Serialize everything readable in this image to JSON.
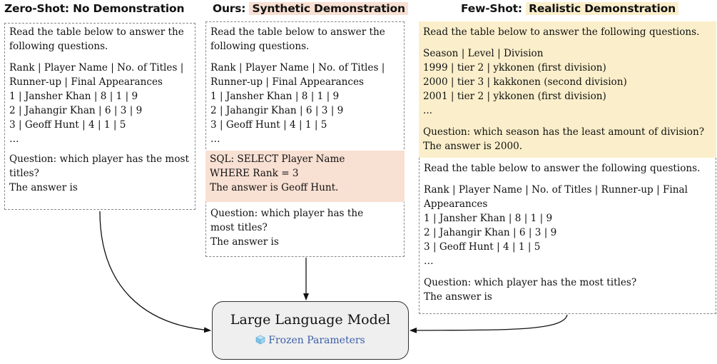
{
  "headers": {
    "zero_shot": "Zero-Shot: No Demonstration",
    "ours_prefix": "Ours: ",
    "ours_highlight": "Synthetic Demonstration",
    "few_shot_prefix": "Few-Shot: ",
    "few_shot_highlight": "Realistic Demonstration"
  },
  "zero_shot": {
    "lines_intro": [
      "Read the table below to answer the",
      "following questions."
    ],
    "lines_table": [
      "Rank | Player Name | No. of Titles |",
      "Runner-up | Final Appearances",
      "1 | Jansher Khan | 8 | 1 | 9",
      "2 | Jahangir Khan | 6 | 3 | 9",
      "3 | Geoff Hunt | 4 | 1 | 5",
      "…"
    ],
    "lines_question": [
      "Question: which player has the most",
      "titles?",
      "The answer is"
    ]
  },
  "ours": {
    "lines_intro": [
      "Read the table below to answer the",
      "following questions."
    ],
    "lines_table": [
      "Rank | Player Name | No. of Titles |",
      "Runner-up | Final Appearances",
      "1 | Jansher Khan | 8 | 1 | 9",
      "2 | Jahangir Khan | 6 | 3 | 9",
      "3 | Geoff Hunt | 4 | 1 | 5",
      "…"
    ],
    "lines_sql": [
      "SQL: SELECT Player Name",
      "WHERE Rank = 3",
      "The answer is Geoff Hunt."
    ],
    "lines_question": [
      "Question: which player has the",
      "most titles?",
      "The answer is"
    ]
  },
  "few_shot": {
    "demo_intro": [
      "Read the table below to answer the following questions."
    ],
    "demo_table": [
      "Season | Level | Division",
      "1999 | tier 2 | ykkonen (first division)",
      "2000 | tier 3 | kakkonen (second division)",
      "2001 | tier 2 | ykkonen (first division)",
      "..."
    ],
    "demo_question": [
      "Question: which season has the least amount of division?",
      "The answer is 2000."
    ],
    "lines_intro": [
      "Read the table below to answer the following questions."
    ],
    "lines_table": [
      "Rank | Player Name | No. of Titles | Runner-up | Final",
      "Appearances",
      "1 | Jansher Khan | 8 | 1 | 9",
      "2 | Jahangir Khan | 6 | 3 | 9",
      "3 | Geoff Hunt | 4 | 1 | 5",
      "…"
    ],
    "lines_question": [
      "Question: which player has the most titles?",
      "The answer is"
    ]
  },
  "llm": {
    "title": "Large Language Model",
    "subtitle": "Frozen Parameters",
    "icon": "ice-cube-icon"
  },
  "colors": {
    "synthetic_highlight": "#f8e0d3",
    "realistic_highlight": "#fbefcb",
    "frozen_text": "#3a5ea8"
  }
}
